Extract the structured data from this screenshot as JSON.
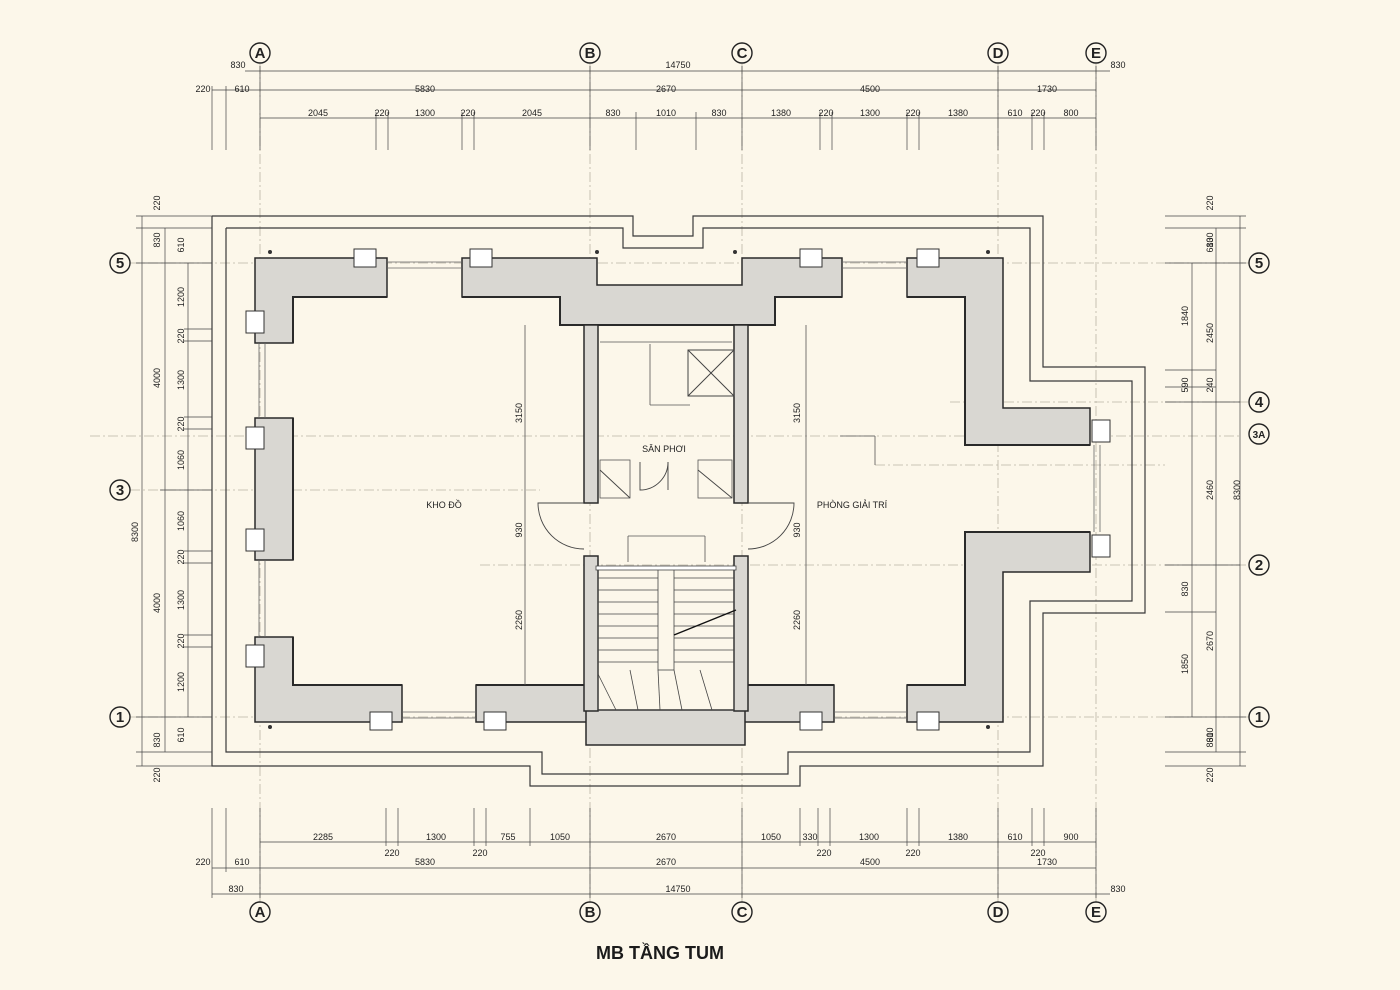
{
  "title": "MB TẦNG TUM",
  "rooms": {
    "san_phoi": "SÂN PHƠI",
    "kho_do": "KHO ĐỒ",
    "phong_giai_tri": "PHÒNG GIẢI TRÍ"
  },
  "axes": {
    "vertical": [
      "A",
      "B",
      "C",
      "D",
      "E"
    ],
    "horizontal_left": [
      "5",
      "3",
      "1"
    ],
    "horizontal_right": [
      "5",
      "4",
      "3A",
      "2",
      "1"
    ]
  },
  "dims": {
    "top_total": "14750",
    "top_r2": [
      "220",
      "610",
      "5830",
      "2670",
      "4500",
      "1730"
    ],
    "top_r3": [
      "2045",
      "220",
      "1300",
      "220",
      "2045",
      "830",
      "1010",
      "830",
      "1380",
      "220",
      "1300",
      "220",
      "1380",
      "610",
      "220",
      "800"
    ],
    "top_ends": [
      "830",
      "830"
    ],
    "bot_r1": [
      "2285",
      "220",
      "1300",
      "220",
      "755",
      "1050",
      "2670",
      "1050",
      "330",
      "220",
      "1300",
      "220",
      "1380",
      "610",
      "220",
      "900"
    ],
    "bot_r2": [
      "220",
      "610",
      "5830",
      "2670",
      "4500",
      "1730"
    ],
    "bot_total": "14750",
    "bot_ends": [
      "830",
      "830"
    ],
    "left_outer": [
      "220",
      "830",
      "8300",
      "830",
      "220"
    ],
    "left_mid": [
      "4000",
      "4000",
      "610",
      "610"
    ],
    "left_inner": [
      "1200",
      "220",
      "1300",
      "220",
      "1060",
      "1060",
      "220",
      "1300",
      "220",
      "1200"
    ],
    "right_outer": [
      "220",
      "830",
      "8300",
      "830",
      "220"
    ],
    "right_mid": [
      "2450",
      "2460",
      "2670",
      "610",
      "610"
    ],
    "right_inner": [
      "1840",
      "590",
      "240",
      "830",
      "1850"
    ],
    "stair": [
      "3150",
      "930",
      "2260",
      "3150",
      "930",
      "2260"
    ]
  }
}
